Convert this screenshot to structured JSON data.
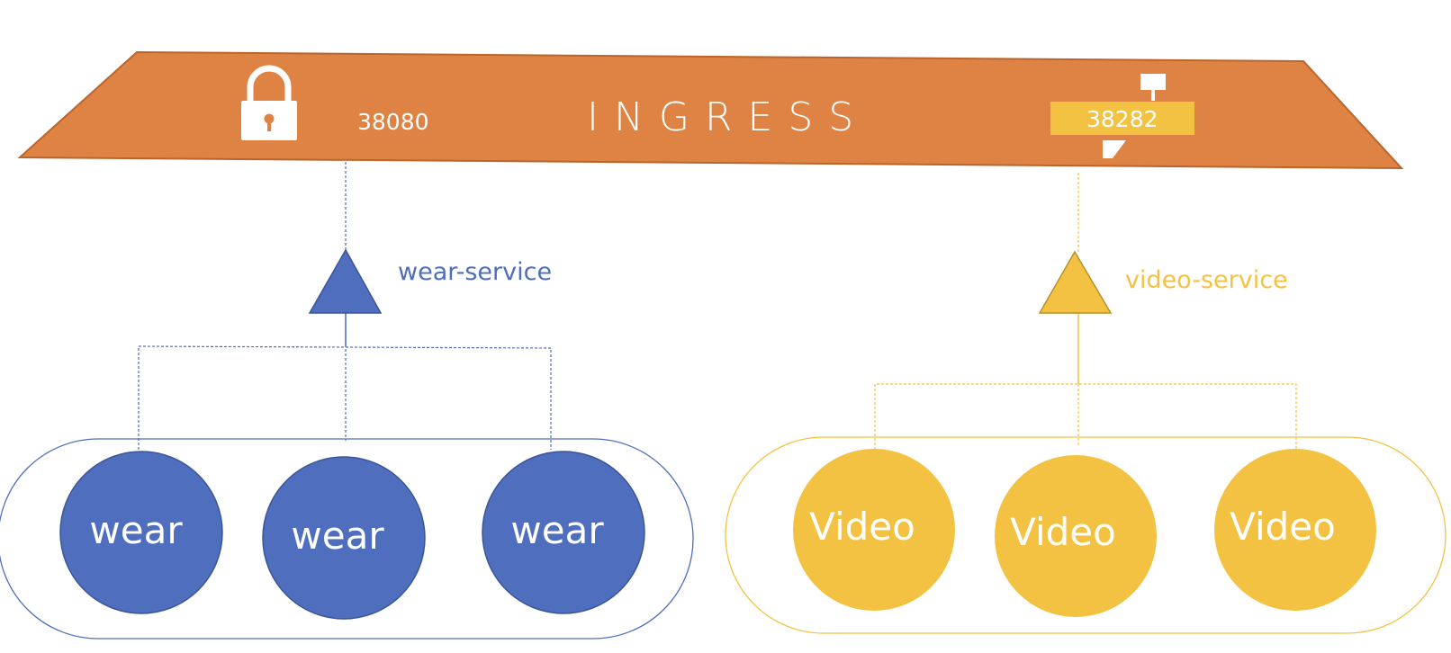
{
  "ingress": {
    "title": "INGRESS",
    "ports": {
      "secure": "38080",
      "plain": "38282"
    },
    "color": "#DE8344"
  },
  "services": [
    {
      "name": "wear-service",
      "color": "#4F6FBE",
      "pods": [
        "wear",
        "wear",
        "wear"
      ]
    },
    {
      "name": "video-service",
      "color": "#F4C242",
      "pods": [
        "Video",
        "Video",
        "Video"
      ]
    }
  ],
  "icons": {
    "secure_port": "lock-icon",
    "plain_port": "signpost-icon",
    "service": "triangle-icon"
  }
}
